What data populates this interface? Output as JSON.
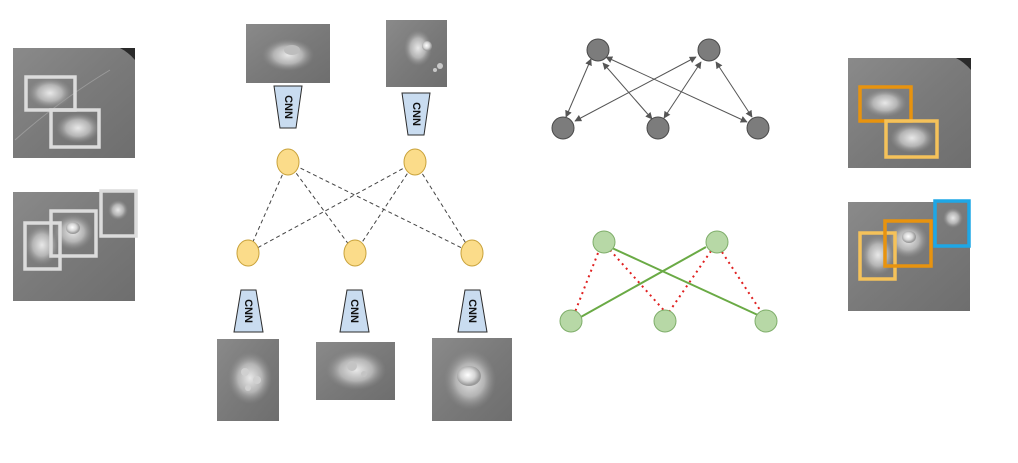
{
  "figure": {
    "cnn_label": "CNN",
    "colors": {
      "background": "#ffffff",
      "frame_gray": "#cfcfcf",
      "cnn_fill": "#c9dcf0",
      "cnn_stroke": "#2b2b2b",
      "node_yellow": "#fbdc8a",
      "node_yellow_stroke": "#c9a23a",
      "node_gray": "#7c7c7c",
      "node_gray_stroke": "#4a4a4a",
      "node_green": "#b7d8a6",
      "node_green_stroke": "#7fae6a",
      "edge_green": "#6aaa45",
      "edge_red": "#e02020",
      "box_orange_dark": "#e8930e",
      "box_orange_light": "#f5c25a",
      "box_blue": "#1ea7e6"
    },
    "icons": {
      "cell_patch": "cell-microscopy-image",
      "cnn_block": "cnn-encoder-trapezoid"
    }
  }
}
